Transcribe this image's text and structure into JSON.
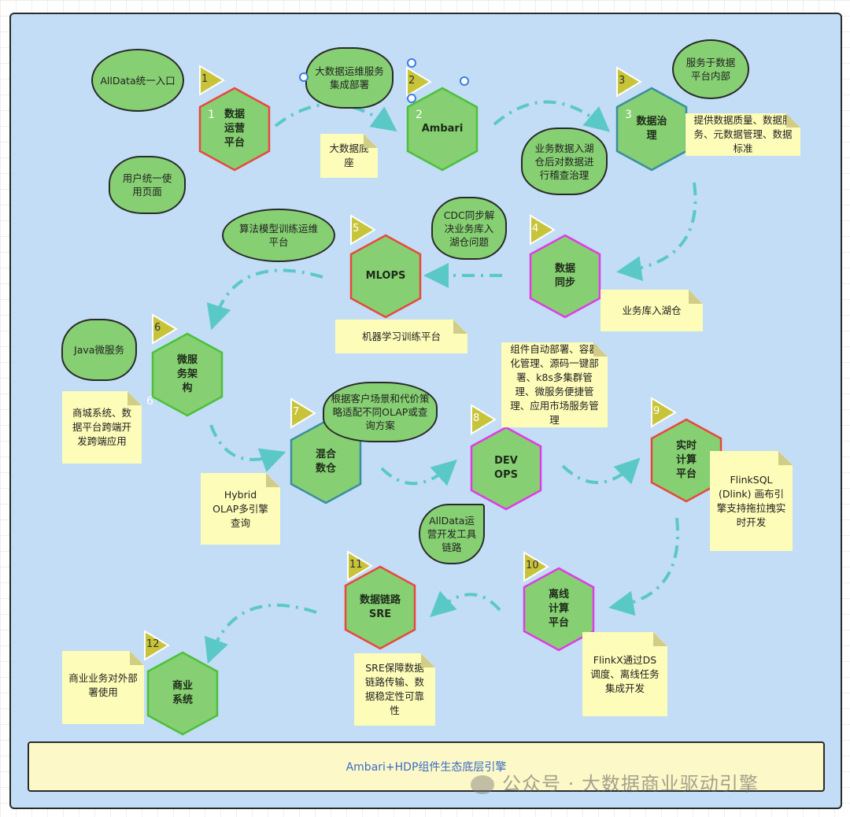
{
  "colors": {
    "canvas": "#c2ddf5",
    "hex_fill": "#86cf72",
    "flag": "#c8c43a",
    "note": "#fdfcb8",
    "arrow": "#5bc8c8",
    "base_text": "#3a6bc4"
  },
  "nodes": [
    {
      "num": "1",
      "label": "数据\n运营\n平台"
    },
    {
      "num": "2",
      "label": "Ambari"
    },
    {
      "num": "3",
      "label": "数据治\n理"
    },
    {
      "num": "4",
      "label": "数据\n同步"
    },
    {
      "num": "5",
      "label": "MLOPS"
    },
    {
      "num": "6",
      "label": "微服\n务架\n构"
    },
    {
      "num": "7",
      "label": "混合\n数仓"
    },
    {
      "num": "8",
      "label": "DEV\nOPS"
    },
    {
      "num": "9",
      "label": "实时\n计算\n平台"
    },
    {
      "num": "10",
      "label": "离线\n计算\n平台"
    },
    {
      "num": "11",
      "label": "数据链路\nSRE"
    },
    {
      "num": "12",
      "label": "商业\n系统"
    }
  ],
  "bubbles": {
    "b1": "AllData统一入口",
    "b2": "用户统一使用页面",
    "b3": "大数据运维服务集成部署",
    "b4": "服务于数据平台内部",
    "b5": "业务数据入湖仓后对数据进行稽查治理",
    "b6": "CDC同步解决业务库入湖仓问题",
    "b7": "算法模型训练运维平台",
    "b8": "Java微服务",
    "b9": "根据客户场景和代价策略适配不同OLAP或查询方案",
    "b10": "AllData运营开发工具链路"
  },
  "notes": {
    "n1": "大数据底座",
    "n2": "提供数据质量、数据服务、元数据管理、数据标准",
    "n3": "业务库入湖仓",
    "n4": "机器学习训练平台",
    "n5": "商城系统、数据平台跨端开发跨端应用",
    "n6": "Hybrid OLAP多引擎查询",
    "n7": "组件自动部署、容器化管理、源码一键部署、k8s多集群管理、微服务便捷管理、应用市场服务管理",
    "n8": "FlinkSQL (Dlink) 画布引擎支持拖拉拽实时开发",
    "n9": "FlinkX通过DS调度、离线任务集成开发",
    "n10": "SRE保障数据链路传输、数据稳定性可靠性",
    "n11": "商业业务对外部署使用"
  },
  "base_label": "Ambari+HDP组件生态底层引擎",
  "watermark": "公众号 · 大数据商业驱动引擎"
}
